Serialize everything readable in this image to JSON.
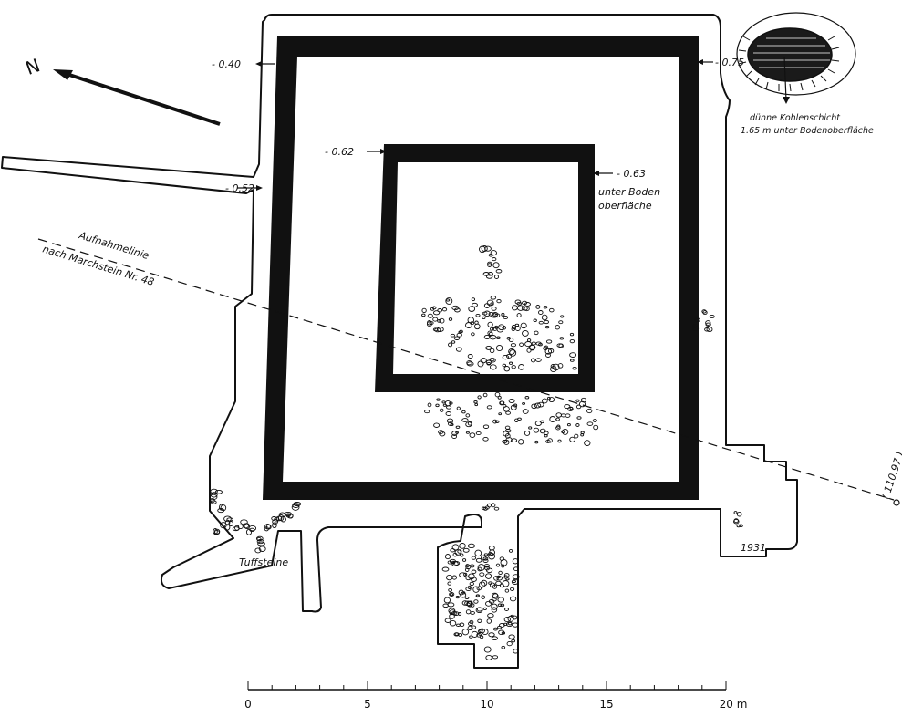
{
  "north": {
    "label": "N"
  },
  "levels": {
    "outer_nw": "- 0.40",
    "outer_ne": "- 0.75",
    "outer_w": "- 0.52",
    "inner_nw": "- 0.62",
    "inner_ne": "- 0.63",
    "inner_ne_note_1": "unter Boden",
    "inner_ne_note_2": "oberfläche"
  },
  "pit": {
    "label_1": "dünne Kohlenschicht",
    "label_2": "1.65 m  unter Bodenoberfläche"
  },
  "survey": {
    "label_1": "Aufnahmelinie",
    "label_2": "nach Marchstein Nr. 48",
    "elevation": "( 110.97 )"
  },
  "tuff": {
    "label": "Tuffsteine"
  },
  "year": {
    "label": "1931"
  },
  "scale": {
    "ticks": [
      "0",
      "5",
      "10",
      "15",
      "20 m"
    ]
  }
}
